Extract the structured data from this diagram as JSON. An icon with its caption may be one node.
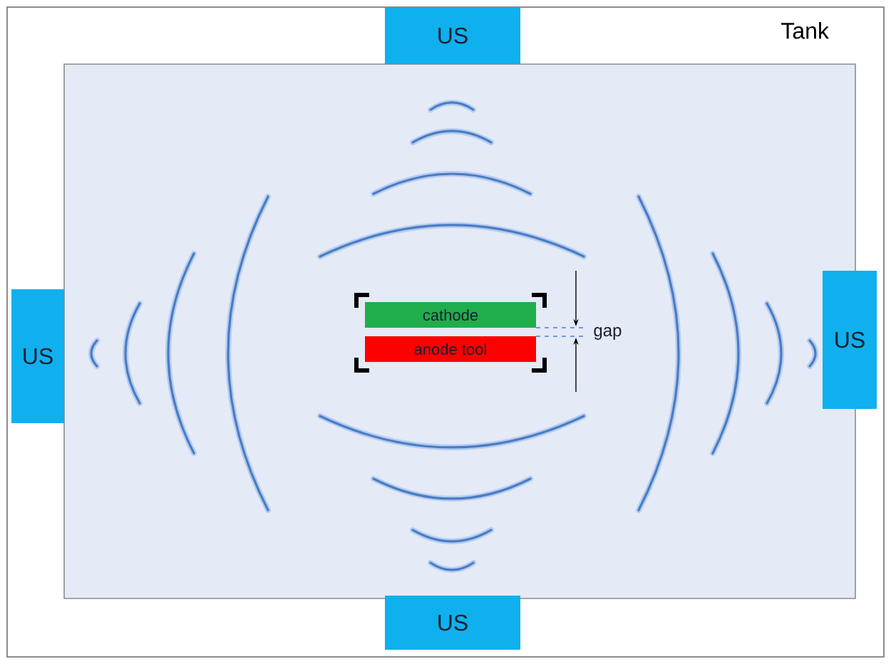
{
  "diagram": {
    "nodes": [
      {
        "text": [
          "Tank"
        ]
      },
      {
        "text": [
          "US"
        ],
        "in": 0
      },
      {
        "text": [
          "US"
        ],
        "in": 0
      },
      {
        "text": [
          "cathode"
        ],
        "in": 0
      },
      {
        "text": [
          "anode tool"
        ],
        "in": 0
      },
      {
        "text": [
          "US"
        ],
        "in": 0
      },
      {
        "text": [
          "US"
        ],
        "in": 0
      }
    ],
    "labels": [
      "gap"
    ]
  }
}
